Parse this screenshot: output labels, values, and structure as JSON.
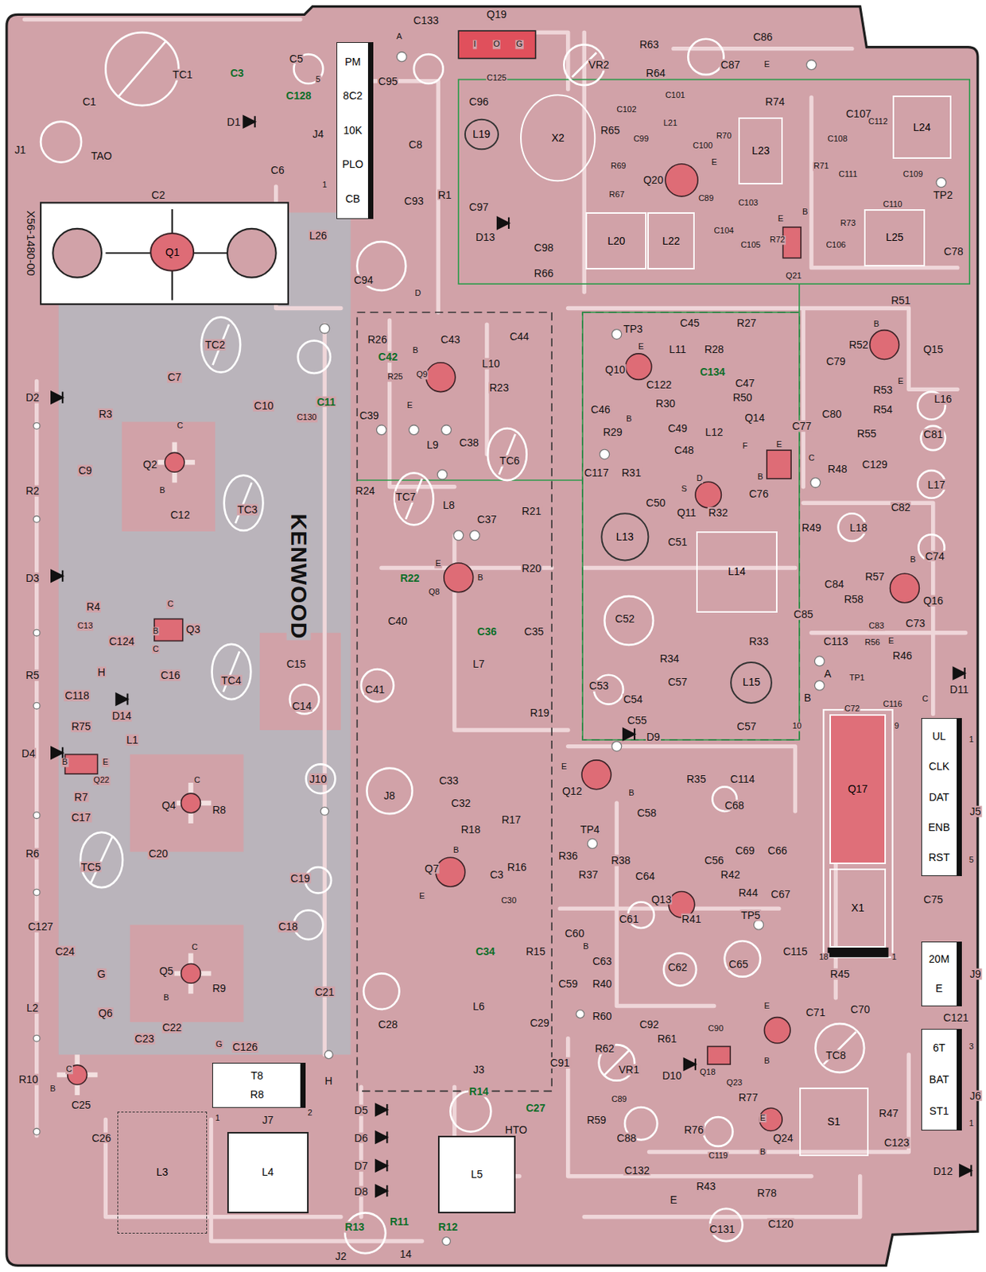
{
  "diagram": {
    "nodes": [
      {
        "text": [
          "PM",
          "8C2",
          "10K",
          "PLO",
          "CB"
        ]
      },
      {
        "text": [
          "Q1"
        ]
      },
      {
        "text": [
          "L19"
        ]
      },
      {
        "text": [
          "X2"
        ]
      },
      {
        "text": [
          "L20"
        ]
      },
      {
        "text": [
          "L22"
        ]
      },
      {
        "text": [
          "L23"
        ]
      },
      {
        "text": [
          "L24"
        ]
      },
      {
        "text": [
          "L25"
        ]
      },
      {
        "text": [
          "L13"
        ]
      },
      {
        "text": [
          "L14"
        ]
      },
      {
        "text": [
          "L15"
        ]
      },
      {
        "text": [
          "Q17"
        ]
      },
      {
        "text": [
          "X1"
        ]
      },
      {
        "text": [
          "UL",
          "CLK",
          "DAT",
          "ENB",
          "RST"
        ]
      },
      {
        "text": [
          "20M",
          "E"
        ]
      },
      {
        "text": [
          "6T",
          "BAT",
          "ST1"
        ]
      },
      {
        "text": [
          "T8",
          "R8"
        ]
      },
      {
        "text": [
          "S1"
        ]
      },
      {
        "text": [
          "L3"
        ]
      },
      {
        "text": [
          "L4"
        ]
      },
      {
        "text": [
          "L5"
        ]
      }
    ],
    "labels": [
      "C133",
      "Q19",
      "I",
      "O",
      "G",
      "C125",
      "VR2",
      "R63",
      "R64",
      "C87",
      "C86",
      "E",
      "A",
      "C95",
      "C5",
      "C3",
      "C128",
      "5",
      "TC1",
      "C1",
      "J1",
      "TAO",
      "D1",
      "C6",
      "C2",
      "J4",
      "1",
      "C8",
      "C93",
      "R1",
      "C94",
      "D",
      "X56-1480-00",
      "L26",
      "C96",
      "R65",
      "C102",
      "C99",
      "C101",
      "L21",
      "C100",
      "R69",
      "R70",
      "Q20",
      "C89",
      "R67",
      "E",
      "C97",
      "D13",
      "C98",
      "R66",
      "C103",
      "C104",
      "C105",
      "R72",
      "B",
      "E",
      "Q21",
      "C106",
      "R73",
      "C78",
      "TP2",
      "C110",
      "C109",
      "C111",
      "R71",
      "C108",
      "C107",
      "R74",
      "C112",
      "R26",
      "C43",
      "C44",
      "C42",
      "B",
      "R25",
      "Q9",
      "E",
      "C39",
      "L10",
      "R23",
      "L9",
      "C38",
      "TC6",
      "TC7",
      "R24",
      "L8",
      "C37",
      "R21",
      "R22",
      "Q8",
      "E",
      "B",
      "R20",
      "C40",
      "C36",
      "C35",
      "L7",
      "C41",
      "R19",
      "J8",
      "C33",
      "C32",
      "R18",
      "R17",
      "Q7",
      "B",
      "E",
      "C3",
      "R16",
      "C30",
      "C34",
      "R15",
      "L6",
      "C29",
      "C28",
      "J3",
      "R14",
      "C27",
      "HTO",
      "C91",
      "TP3",
      "C45",
      "R27",
      "E",
      "Q10",
      "L11",
      "R28",
      "C134",
      "C47",
      "R50",
      "C122",
      "R30",
      "C46",
      "B",
      "R29",
      "C49",
      "Q14",
      "L12",
      "C48",
      "F",
      "E",
      "C117",
      "R31",
      "D",
      "S",
      "Q11",
      "R32",
      "C50",
      "C76",
      "B",
      "C51",
      "C52",
      "R34",
      "R33",
      "C57",
      "C53",
      "C54",
      "C55",
      "D9",
      "C57",
      "R51",
      "C79",
      "R52",
      "B",
      "Q15",
      "E",
      "R53",
      "L16",
      "R54",
      "C80",
      "R55",
      "C81",
      "C77",
      "C",
      "C129",
      "R48",
      "L17",
      "R49",
      "L18",
      "C82",
      "C74",
      "C84",
      "R58",
      "R57",
      "B",
      "Q16",
      "C83",
      "R56",
      "E",
      "C73",
      "R46",
      "C85",
      "C113",
      "A",
      "TP1",
      "B",
      "C72",
      "C116",
      "C",
      "D11",
      "10",
      "9",
      "18",
      "1",
      "J5",
      "1",
      "5",
      "C75",
      "J9",
      "C121",
      "J6",
      "3",
      "1",
      "D12",
      "E",
      "Q12",
      "B",
      "C58",
      "TP4",
      "R36",
      "R37",
      "R38",
      "C64",
      "R35",
      "C114",
      "C68",
      "C56",
      "C69",
      "C66",
      "R42",
      "R44",
      "TP5",
      "Q13",
      "R41",
      "C61",
      "C60",
      "B",
      "C63",
      "C59",
      "R40",
      "C62",
      "C65",
      "C67",
      "C115",
      "R45",
      "C71",
      "C70",
      "TC8",
      "R60",
      "C92",
      "R61",
      "C90",
      "E",
      "Q18",
      "Q23",
      "B",
      "R62",
      "VR1",
      "D10",
      "C89",
      "R77",
      "R47",
      "C123",
      "R59",
      "C88",
      "R76",
      "C119",
      "E",
      "Q24",
      "B",
      "C132",
      "E",
      "R43",
      "R78",
      "C131",
      "C120",
      "D2",
      "R3",
      "C7",
      "TC2",
      "C10",
      "C130",
      "C11",
      "C",
      "Q2",
      "B",
      "C9",
      "R2",
      "C12",
      "TC3",
      "KENWOOD",
      "D3",
      "R4",
      "C13",
      "C",
      "Q3",
      "B",
      "C",
      "C124",
      "C16",
      "TC4",
      "C15",
      "C14",
      "R5",
      "C118",
      "H",
      "R75",
      "D14",
      "L1",
      "D4",
      "B",
      "E",
      "Q22",
      "R7",
      "C",
      "Q4",
      "R8",
      "J10",
      "C17",
      "R6",
      "TC5",
      "C20",
      "C19",
      "C18",
      "C127",
      "C24",
      "G",
      "C",
      "Q5",
      "R9",
      "B",
      "L2",
      "Q6",
      "C22",
      "C23",
      "C21",
      "C126",
      "G",
      "C",
      "R10",
      "B",
      "C25",
      "C26",
      "J7",
      "1",
      "2",
      "H",
      "D5",
      "D6",
      "D7",
      "D8",
      "R13",
      "R11",
      "R12",
      "J2",
      "14"
    ]
  }
}
